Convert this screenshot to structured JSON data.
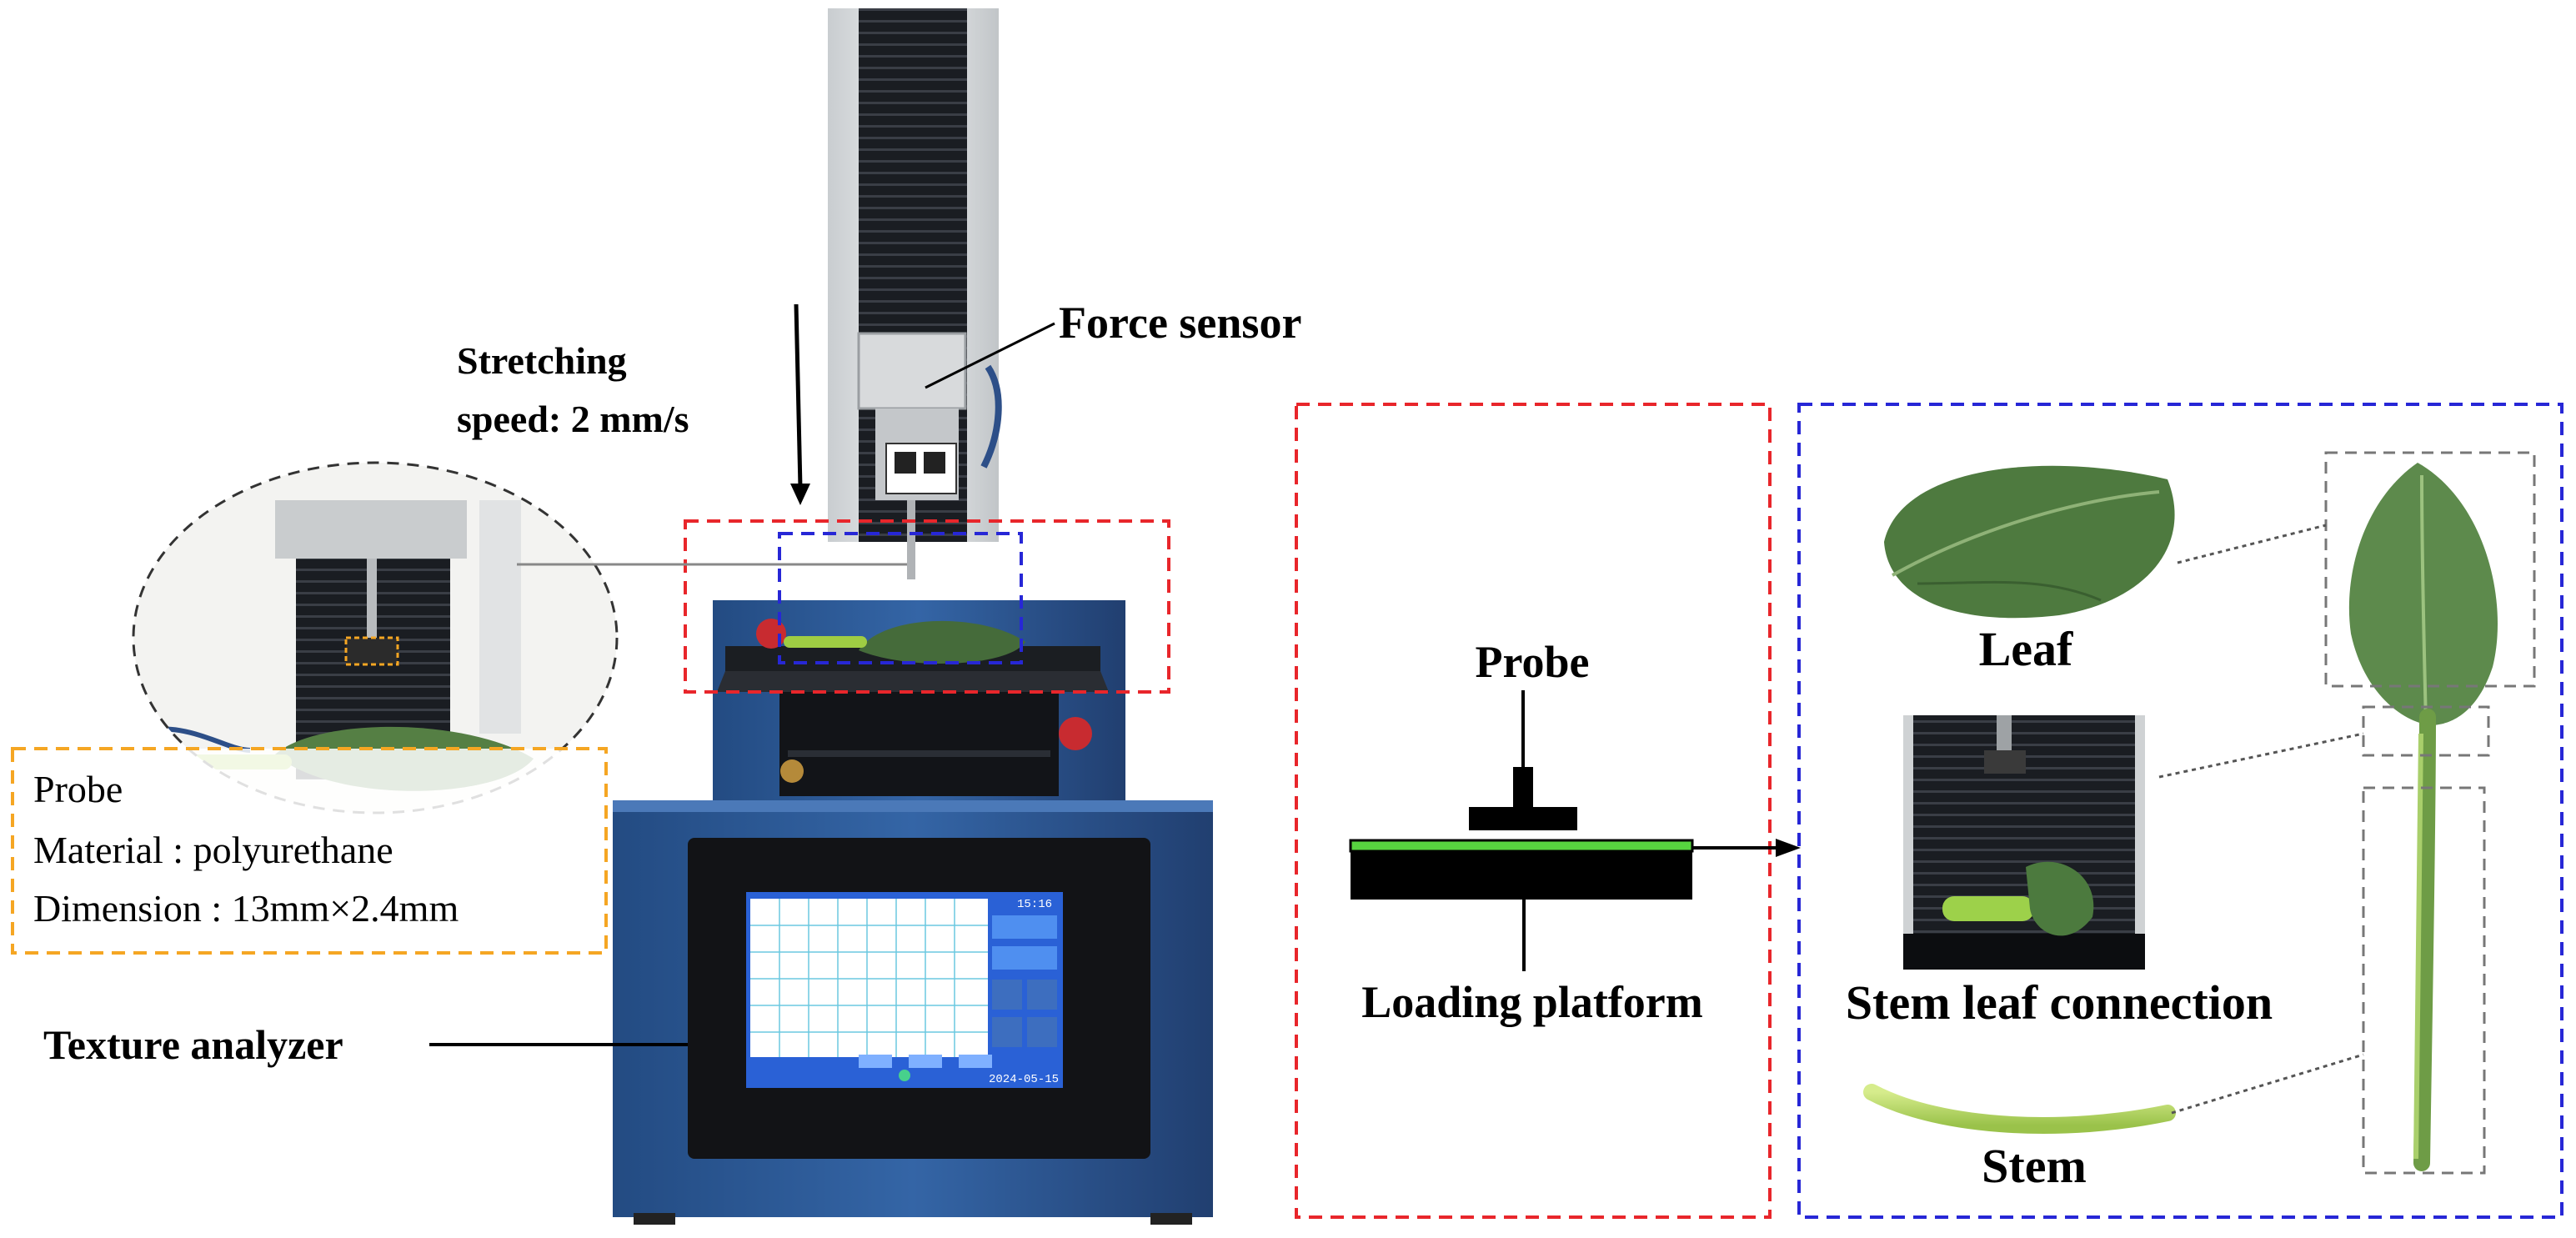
{
  "labels": {
    "force_sensor": "Force sensor",
    "stretching_line1": "Stretching",
    "stretching_line2": "speed: 2 mm/s",
    "texture_analyzer": "Texture analyzer",
    "probe_box_title": "Probe",
    "probe_material": "Material : polyurethane",
    "probe_dimension": "Dimension : 13mm×2.4mm",
    "schematic_probe": "Probe",
    "schematic_platform": "Loading platform",
    "leaf": "Leaf",
    "stem_leaf_connection": "Stem leaf connection",
    "stem": "Stem"
  },
  "screen": {
    "time": "15:16",
    "date": "2024-05-15"
  },
  "colors": {
    "red_dash": "#e8262b",
    "blue_dash": "#2727d6",
    "orange_dash": "#f5a623",
    "gray_dash": "#777777",
    "machine_blue": "#2c5a96",
    "leaf_green": "#4f7a42",
    "stem_green": "#b9d66a",
    "platform_green": "#57d43f"
  }
}
